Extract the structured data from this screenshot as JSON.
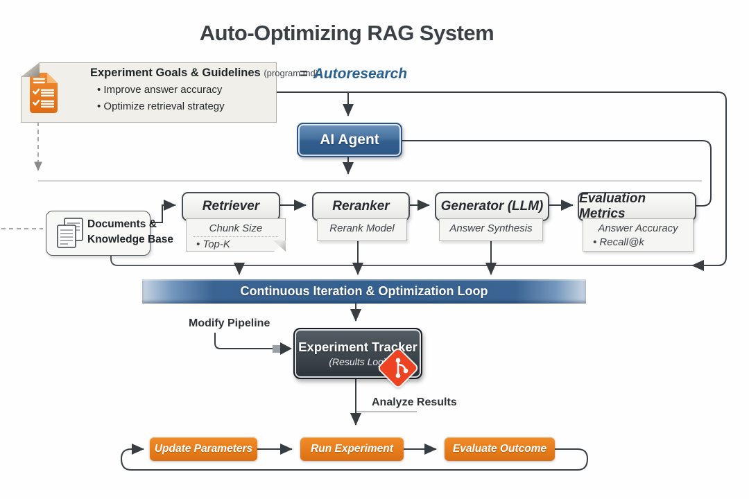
{
  "title": "Auto-Optimizing RAG System",
  "equation": {
    "equals": "=",
    "name": "Autoresearch"
  },
  "goals": {
    "title": "Experiment Goals & Guidelines",
    "filename": "(program.md)",
    "bullets": [
      "• Improve answer accuracy",
      "• Optimize retrieval strategy"
    ]
  },
  "ai_agent": {
    "label": "AI Agent"
  },
  "pipeline": [
    {
      "title": "Retriever",
      "details": [
        "Chunk Size",
        "• Top-K"
      ]
    },
    {
      "title": "Reranker",
      "details": [
        "Rerank Model"
      ]
    },
    {
      "title": "Generator (LLM)",
      "details": [
        "Answer Synthesis"
      ]
    },
    {
      "title": "Evaluation Metrics",
      "details": [
        "Answer Accuracy",
        "• Recall@k"
      ]
    }
  ],
  "knowledge_base": {
    "line1": "Documents &",
    "line2": "Knowledge Base"
  },
  "loop_banner": {
    "label": "Continuous Iteration & Optimization Loop"
  },
  "tracker": {
    "title": "Experiment Tracker",
    "subtitle": "(Results Log)"
  },
  "labels": {
    "modify_pipeline": "Modify Pipeline",
    "analyze_results": "Analyze Results"
  },
  "actions": [
    "Update Parameters",
    "Run Experiment",
    "Evaluate Outcome"
  ],
  "colors": {
    "banner_blue": "#34608f",
    "agent_blue": "#2d5886",
    "action_orange": "#dd7012",
    "git_red": "#ee4323",
    "tracker_dark": "#2b3238",
    "line_dark": "#383d42",
    "line_gray": "#c2c2c2"
  }
}
